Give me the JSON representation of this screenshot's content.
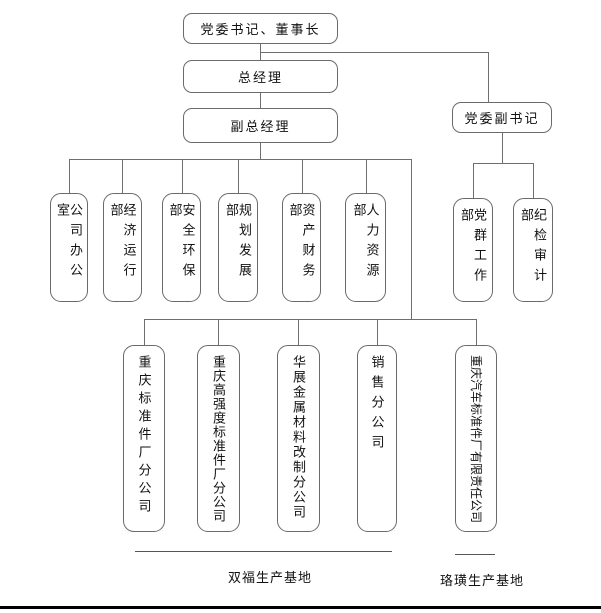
{
  "org": {
    "root": "党委书记、董事长",
    "general_manager": "总经理",
    "deputy_general_manager": "副总经理",
    "deputy_party_secretary": "党委副书记",
    "departments": [
      "公司办公室",
      "经济运行部",
      "安全环保部",
      "规划发展部",
      "资产财务部",
      "人力资源部"
    ],
    "party_departments": [
      "党群工作部",
      "纪检审计部"
    ],
    "subsidiaries": [
      "重庆标准件厂分公司",
      "重庆高强度标准件厂分公司",
      "华展金属材料改制分公司",
      "销售分公司",
      "重庆汽车标准件厂有限责任公司"
    ],
    "bases": [
      "双福生产基地",
      "珞璜生产基地"
    ],
    "colors": {
      "box_border": "#6a6a6a",
      "connector": "#6f6f6f",
      "text": "#111111",
      "bottom_rule": "#000000"
    }
  }
}
